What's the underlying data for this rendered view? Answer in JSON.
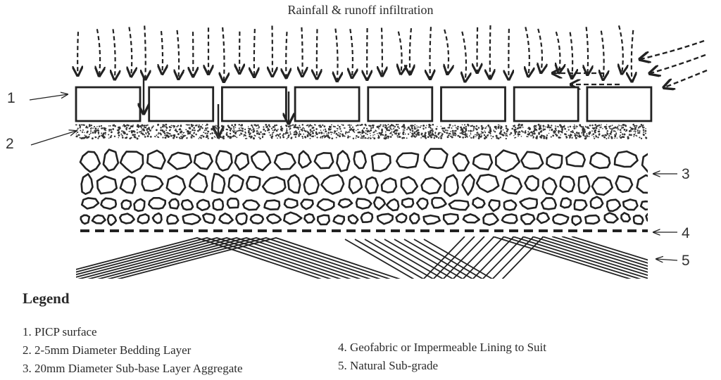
{
  "diagram": {
    "title": "Rainfall  & runoff infiltration",
    "layer_numbers": [
      "1",
      "2",
      "3",
      "4",
      "5"
    ]
  },
  "legend": {
    "title": "Legend",
    "items": [
      "1. PICP surface",
      "2. 2-5mm Diameter  Bedding Layer",
      "3. 20mm Diameter  Sub-base Layer Aggregate",
      "4. Geofabric or Impermeable Lining  to Suit",
      "5. Natural Sub-grade"
    ]
  },
  "colors": {
    "ink": "#222222",
    "background": "#ffffff"
  }
}
